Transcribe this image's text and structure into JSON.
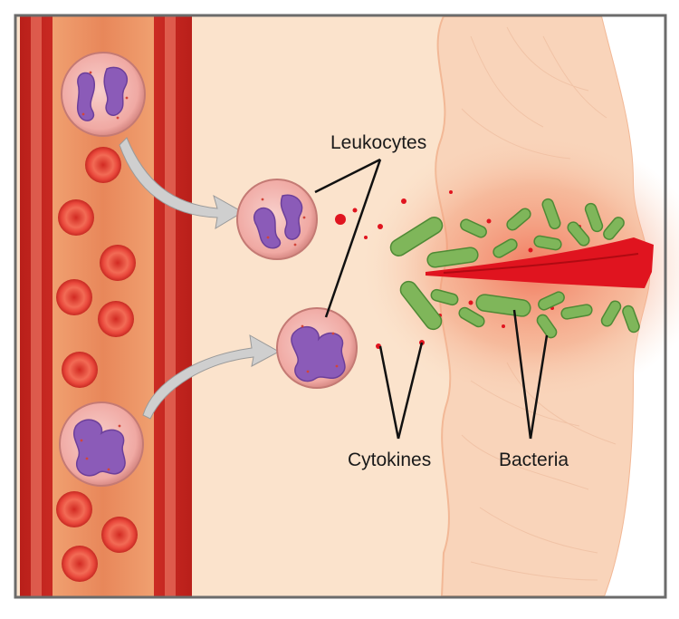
{
  "labels": {
    "leukocytes": "Leukocytes",
    "cytokines": "Cytokines",
    "bacteria": "Bacteria"
  },
  "colors": {
    "vessel_wall": "#d9342b",
    "vessel_lumen": "#e88a5c",
    "tissue": "#fbe3cc",
    "skin": "#f9d6bd",
    "wound": "#e0141f",
    "bacteria": "#7fb65a",
    "leukocyte_nucleus": "#8b5bb8",
    "leukocyte_cytoplasm": "#f2b9b4",
    "red_cell": "#e8463a",
    "cytokine": "#e0141f",
    "arrow": "#c8c8c8",
    "frame": "#6b6b6b"
  }
}
